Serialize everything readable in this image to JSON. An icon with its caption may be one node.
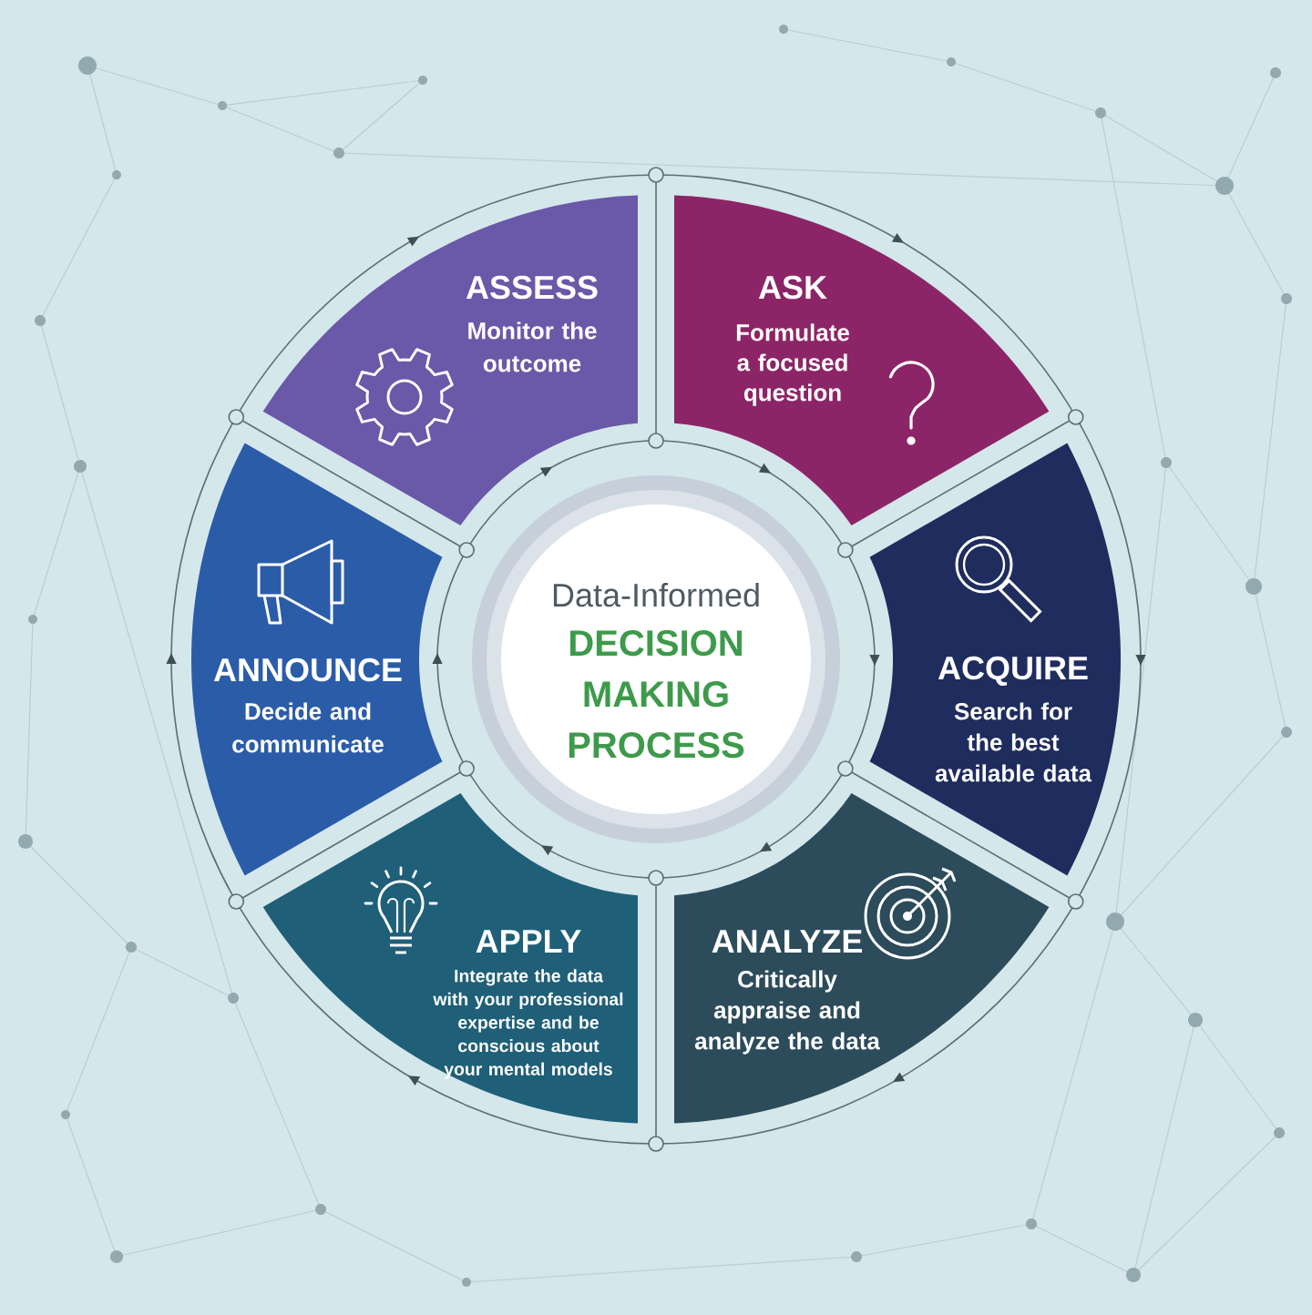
{
  "diagram": {
    "nodes": [
      {
        "text": [
          "Data-Informed",
          "DECISION MAKING PROCESS"
        ]
      },
      {
        "text": [
          "ASSESS",
          "Monitor the outcome"
        ]
      },
      {
        "text": [
          "ASK",
          "Formulate a focused question"
        ]
      },
      {
        "text": [
          "ACQUIRE",
          "Search for the best available data"
        ]
      },
      {
        "text": [
          "ANALYZE",
          "Critically appraise and analyze the data"
        ]
      },
      {
        "text": [
          "APPLY",
          "Integrate the data with your professional expertise and be conscious about your mental models"
        ]
      },
      {
        "text": [
          "ANNOUNCE",
          "Decide and communicate"
        ]
      }
    ]
  }
}
